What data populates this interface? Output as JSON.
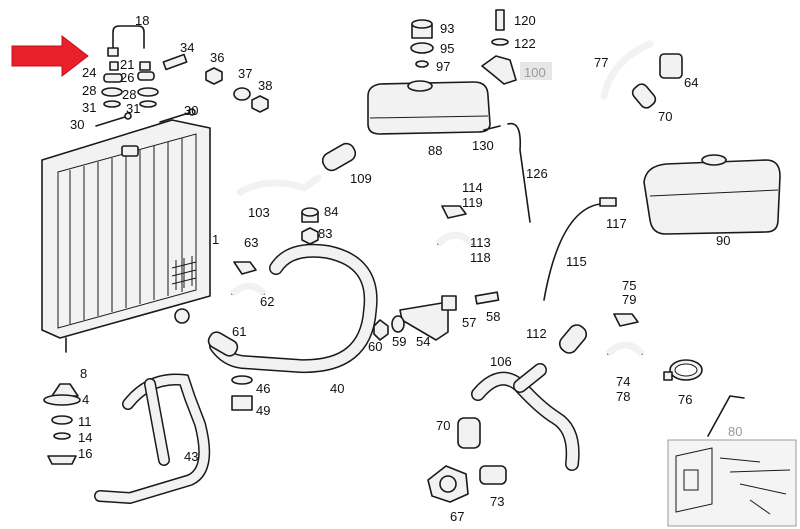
{
  "diagram": {
    "labels": [
      "1",
      "4",
      "8",
      "11",
      "14",
      "16",
      "18",
      "21",
      "24",
      "26",
      "28",
      "28",
      "30",
      "30",
      "31",
      "31",
      "34",
      "36",
      "37",
      "38",
      "40",
      "43",
      "46",
      "49",
      "54",
      "57",
      "58",
      "59",
      "60",
      "61",
      "62",
      "63",
      "64",
      "67",
      "70",
      "70",
      "73",
      "74",
      "76",
      "77",
      "78",
      "75",
      "79",
      "80",
      "83",
      "84",
      "88",
      "90",
      "93",
      "95",
      "97",
      "100",
      "103",
      "106",
      "109",
      "112",
      "113",
      "114",
      "115",
      "117",
      "118",
      "119",
      "120",
      "122",
      "126",
      "130"
    ],
    "highlighted_parts": [
      "80",
      "100"
    ],
    "colors": {
      "arrow": "#e8202a",
      "ink": "#1a1a1a",
      "muted": "#9a9a9a",
      "fill": "#f2f2f2"
    },
    "icons": {
      "pointer": "red-arrow-icon",
      "thumbnail": "inset-thumbnail-image"
    }
  }
}
